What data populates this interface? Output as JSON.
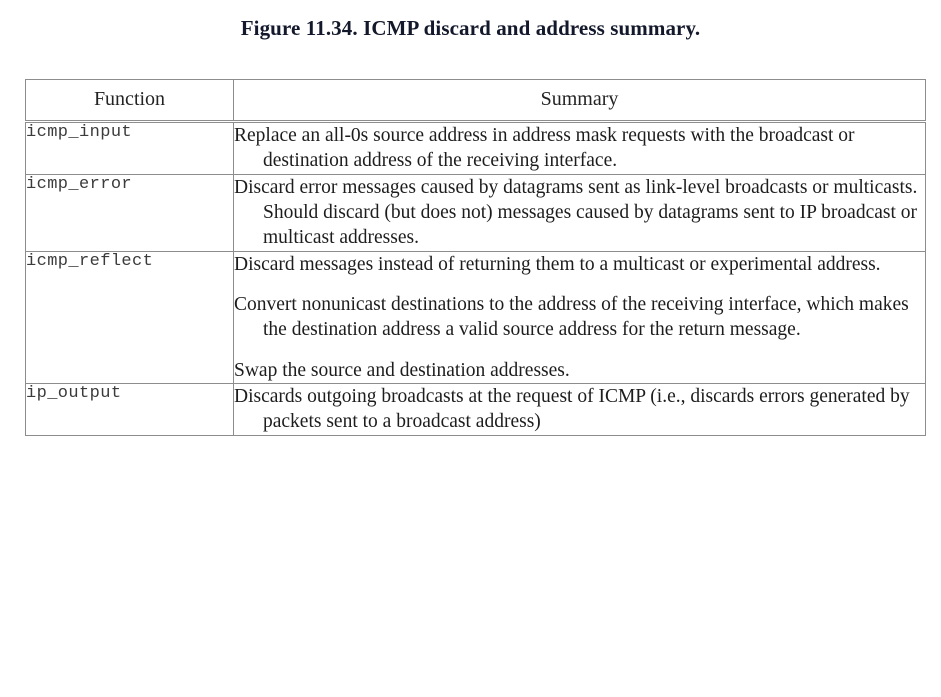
{
  "figure": {
    "caption": "Figure 11.34. ICMP discard and address summary.",
    "columns": {
      "function": "Function",
      "summary": "Summary"
    },
    "rows": [
      {
        "function": "icmp_input",
        "paragraphs": [
          "Replace an all-0s source address in address mask requests with the broadcast or destination address of the receiving interface."
        ]
      },
      {
        "function": "icmp_error",
        "paragraphs": [
          "Discard error messages caused by datagrams sent as link-level broadcasts or multicasts.  Should discard (but does not) messages caused by datagrams sent to IP broadcast or multicast addresses."
        ]
      },
      {
        "function": "icmp_reflect",
        "paragraphs": [
          "Discard messages instead of returning them to a multicast or experimental address.",
          "Convert nonunicast destinations to the address of the receiving interface, which makes the destination address a valid source address for the return message.",
          "Swap the source and destination addresses."
        ]
      },
      {
        "function": "ip_output",
        "paragraphs": [
          "Discards outgoing broadcasts at the request of ICMP (i.e., discards errors generated by packets sent to a broadcast address)"
        ]
      }
    ]
  },
  "style": {
    "caption_color": "#13182b",
    "border_color": "#8d8d8d",
    "function_text_color": "#3b3b3b",
    "summary_text_color": "#1d1d1d",
    "page_background": "#ffffff"
  }
}
